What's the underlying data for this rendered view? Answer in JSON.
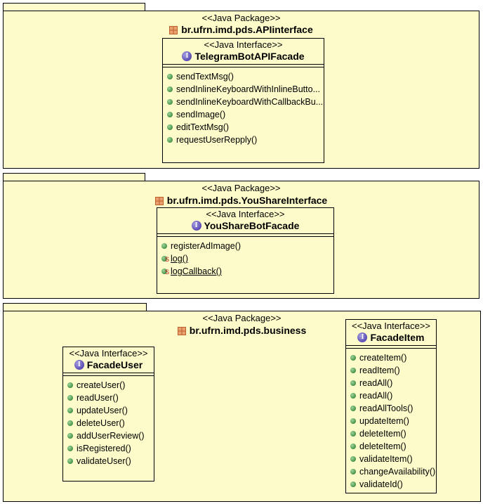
{
  "packages": [
    {
      "stereotype": "<<Java Package>>",
      "name": "br.ufrn.imd.pds.APIinterface",
      "interfaces": [
        {
          "stereotype": "<<Java Interface>>",
          "name": "TelegramBotAPIFacade",
          "operations": [
            {
              "label": "sendTextMsg()"
            },
            {
              "label": "sendInlineKeyboardWithInlineButto..."
            },
            {
              "label": "sendInlineKeyboardWithCallbackBu..."
            },
            {
              "label": "sendImage()"
            },
            {
              "label": "editTextMsg()"
            },
            {
              "label": "requestUserRepply()"
            }
          ]
        }
      ]
    },
    {
      "stereotype": "<<Java Package>>",
      "name": "br.ufrn.imd.pds.YouShareInterface",
      "interfaces": [
        {
          "stereotype": "<<Java Interface>>",
          "name": "YouShareBotFacade",
          "operations": [
            {
              "label": "registerAdImage()"
            },
            {
              "label": "log()",
              "static_marker": "S"
            },
            {
              "label": "logCallback()",
              "static_marker": "S"
            }
          ]
        }
      ]
    },
    {
      "stereotype": "<<Java Package>>",
      "name": "br.ufrn.imd.pds.business",
      "interfaces": [
        {
          "stereotype": "<<Java Interface>>",
          "name": "FacadeUser",
          "operations": [
            {
              "label": "createUser()"
            },
            {
              "label": "readUser()"
            },
            {
              "label": "updateUser()"
            },
            {
              "label": "deleteUser()"
            },
            {
              "label": "addUserReview()"
            },
            {
              "label": "isRegistered()"
            },
            {
              "label": "validateUser()"
            }
          ]
        },
        {
          "stereotype": "<<Java Interface>>",
          "name": "FacadeItem",
          "operations": [
            {
              "label": "createItem()"
            },
            {
              "label": "readItem()"
            },
            {
              "label": "readAll()"
            },
            {
              "label": "readAll()"
            },
            {
              "label": "readAllTools()"
            },
            {
              "label": "updateItem()"
            },
            {
              "label": "deleteItem()"
            },
            {
              "label": "deleteItem()"
            },
            {
              "label": "validateItem()"
            },
            {
              "label": "changeAvailability()"
            },
            {
              "label": "validateId()"
            }
          ]
        }
      ]
    }
  ],
  "colors": {
    "package_fill": "#fdfbc9",
    "interface_icon": "#5a4bb3",
    "operation_dot": "#3f8f3f",
    "package_icon": "#c0602a",
    "static_marker": "#c01010"
  },
  "icons": {
    "package": "package-icon",
    "interface": "interface-icon",
    "operation": "public-method-icon"
  }
}
